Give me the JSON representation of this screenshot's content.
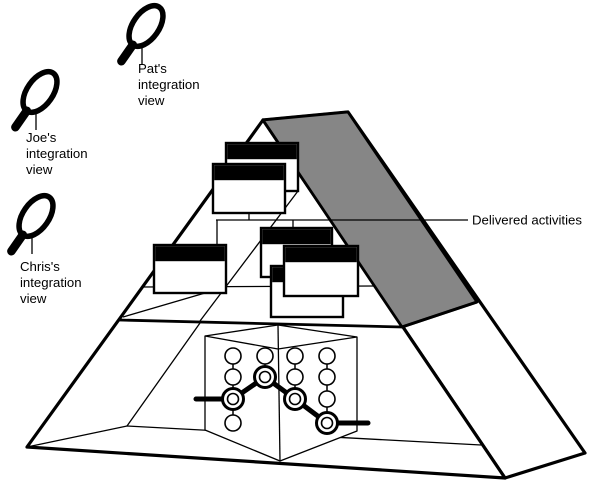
{
  "labels": {
    "pat": {
      "line1": "Pat's",
      "line2": "integration",
      "line3": "view"
    },
    "joe": {
      "line1": "Joe's",
      "line2": "integration",
      "line3": "view"
    },
    "chris": {
      "line1": "Chris's",
      "line2": "integration",
      "line3": "view"
    },
    "callout": "Delivered activities"
  },
  "colors": {
    "shaded_face": "#868686",
    "line": "#000000",
    "background": "#ffffff"
  },
  "diagram": {
    "type": "pyramid-integration-views",
    "views": [
      "Pat's integration view",
      "Joe's integration view",
      "Chris's integration view"
    ],
    "shaded_face_label": "Delivered activities",
    "window_card_count": 6,
    "activity_graph": {
      "columns": 4,
      "delivered_path_node_count": 4
    }
  }
}
